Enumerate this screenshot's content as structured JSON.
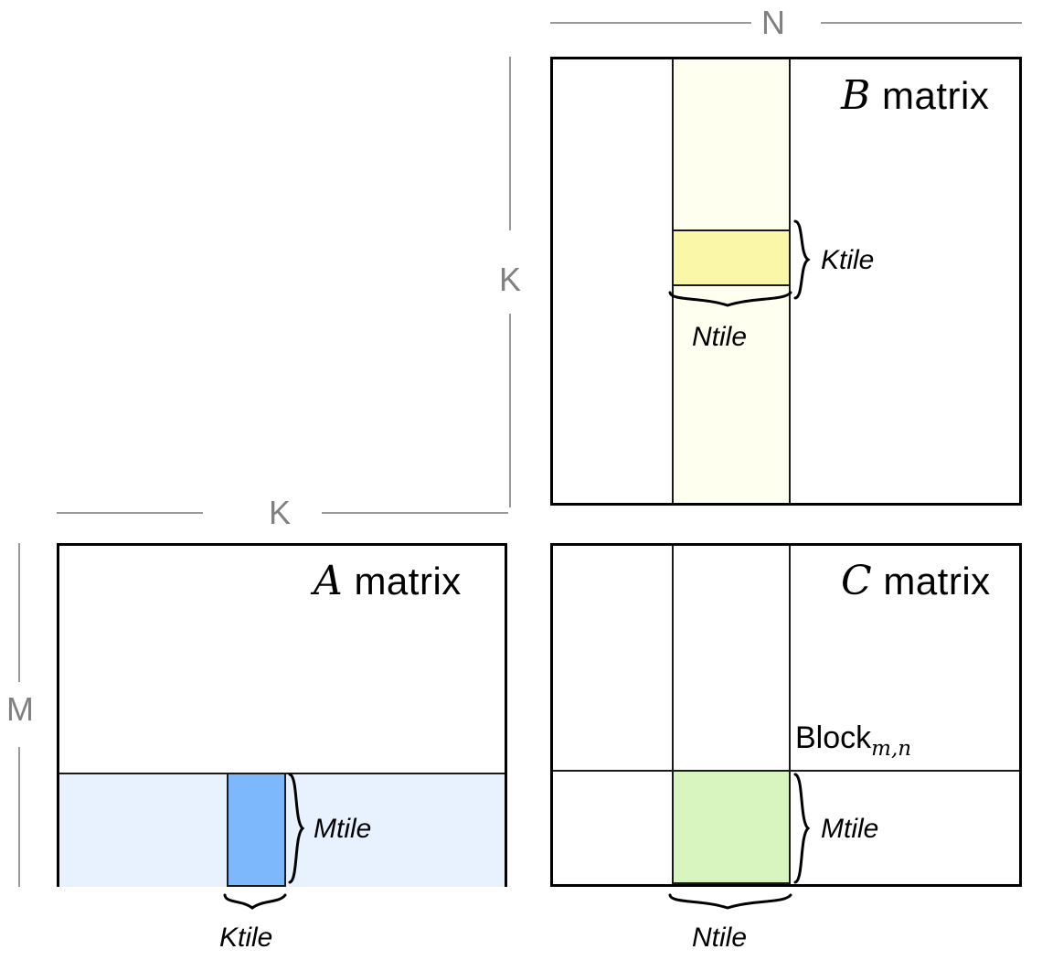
{
  "diagram": {
    "title": "GEMM matrix tiling diagram",
    "type": "matrix-tiling"
  },
  "matrices": {
    "a": {
      "label_symbol": "A",
      "label_text": " matrix",
      "row_strip_color": "#E8F2FE",
      "tile_color": "#7DB8FC"
    },
    "b": {
      "label_symbol": "B",
      "label_text": " matrix",
      "column_strip_color": "#FFFFF0",
      "tile_color": "#FAF8A8"
    },
    "c": {
      "label_symbol": "C",
      "label_text": " matrix",
      "block_label_text": "Block",
      "block_label_sub": "m,n",
      "tile_color": "#D8F5C0"
    }
  },
  "dimensions": {
    "n": "N",
    "k_vertical": "K",
    "k_horizontal": "K",
    "m": "M",
    "line_color": "#9a9a9a"
  },
  "tiles": {
    "b_ktile": "Ktile",
    "b_ntile": "Ntile",
    "a_mtile": "Mtile",
    "a_ktile": "Ktile",
    "c_mtile": "Mtile",
    "c_ntile": "Ntile"
  }
}
